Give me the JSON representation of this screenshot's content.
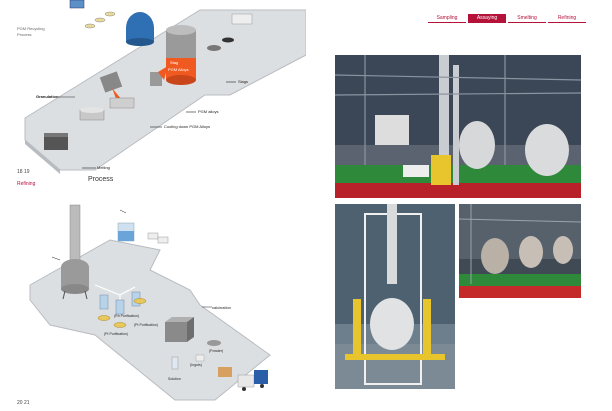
{
  "left_page": {
    "header_lines": [
      "PGM Recycling",
      "Process"
    ],
    "process_title": "Process",
    "section_label": "Refining",
    "page_number_top": "18 19",
    "page_number_bottom": "20 21",
    "top_diagram_labels": {
      "kiln_text_1": "Stag",
      "kiln_text_2": "PGM Alloys",
      "slags": "Slags",
      "pgm_alloys": "PGM alloys",
      "cooling": "Cooling down PGM Alloys",
      "granulation": "Granulation",
      "melting": "Melting"
    },
    "bottom_diagram_labels": {
      "pt_purification": "(Pt Purification)",
      "rh_purification": "(Rh Purification)",
      "pd_purification": "(Pt Purification)",
      "calcination": "calcination",
      "powder": "(Powder)",
      "ingots": "(Ingots)",
      "solution": "Solution"
    }
  },
  "right_page": {
    "tabs": [
      {
        "label": "Sampling",
        "active": false
      },
      {
        "label": "Assaying",
        "active": true
      },
      {
        "label": "Smelting",
        "active": false
      },
      {
        "label": "Refining",
        "active": false
      }
    ]
  },
  "colors": {
    "accent": "#b5123a",
    "floor": "#dcdfe2",
    "floor_edge": "#b8bcc1",
    "molten": "#f05a20",
    "green_floor": "#2e8a3a"
  }
}
